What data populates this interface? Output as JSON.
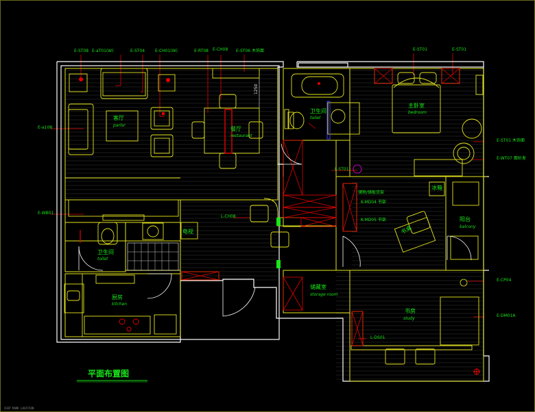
{
  "colors": {
    "background": "#000000",
    "wall": "#ffffff",
    "interior": "#e6e61e",
    "label": "#19e619",
    "leader": "#e60000",
    "accent": "#ff00ff"
  },
  "title": "平面布置图",
  "watermark": "CHIP MARK LOCATION",
  "dimension": "1250",
  "top_codes": [
    "E-ST08",
    "E-aT01(W)",
    "E-ST04",
    "E-CH01(W)",
    "E-RT08",
    "E-CH08",
    "E-ST06 木饰面",
    "E-ST01",
    "E-ST01"
  ],
  "side_codes": {
    "left_a": "E-a108",
    "left_b": "E-WB01",
    "mid_a": "L-CH08",
    "mid_b": "L-ST01",
    "right_a": "E-ST01 木饰面",
    "right_b": "E-WT07 面砂发",
    "right_c": "E-CP04",
    "right_d": "E-DM01A",
    "study_a": "L-DS01",
    "desk_a": "K-MD04 书架",
    "desk_b": "K-MD05 书架",
    "wardrobe_code": "储物/铺板货架"
  },
  "rooms": {
    "parlor": {
      "cn": "客厅",
      "en": "parlor"
    },
    "restaurant": {
      "cn": "餐厅",
      "en": "restaurant"
    },
    "toilet": {
      "cn": "卫生间",
      "en": "toilet"
    },
    "toilet2": {
      "cn": "卫生间",
      "en": "toilet"
    },
    "bedroom": {
      "cn": "主卧室",
      "en": "bedroom"
    },
    "storage": {
      "cn": "储藏室",
      "en": "storage room"
    },
    "study": {
      "cn": "书房",
      "en": "study"
    },
    "kitchen": {
      "cn": "厨房",
      "en": "kitchen"
    },
    "balcony": {
      "cn": "阳台",
      "en": "balcony"
    },
    "desk": {
      "cn": "书桌"
    },
    "fridge": {
      "cn": "冰箱"
    },
    "tv": {
      "cn": "电视"
    }
  }
}
